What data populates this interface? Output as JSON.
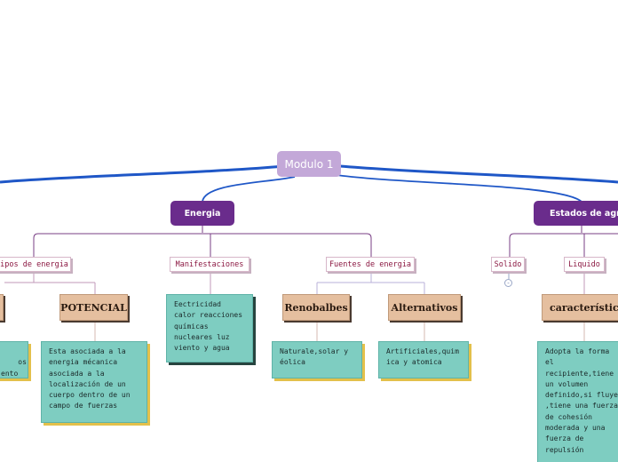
{
  "root": {
    "label": "Modulo 1"
  },
  "main": {
    "energia": "Energia",
    "estados": "Estados de agre"
  },
  "subtopics": {
    "tipos": "Tipos de energia",
    "manifestaciones": "Manifestaciones",
    "fuentes": "Fuentes de energia",
    "solido": "Solido",
    "liquido": "Liquido"
  },
  "cards": {
    "potencial": "POTENCIAL",
    "renovables": "Renobalbes",
    "alternativos": "Alternativos",
    "caracteristicas": "características"
  },
  "notes": {
    "left_partial": "os\nento",
    "potencial": "Esta asociada a la energia mécanica asociada a la localización de un cuerpo dentro de un campo de fuerzas",
    "manifestaciones": "Eectricidad calor reacciones químicas nucleares luz viento y agua",
    "renovables": "Naturale,solar y éolica",
    "alternativos": "Artificiales,quim ica y atomica",
    "caracteristicas": "Adopta la forma el recipiente,tiene un volumen definido,si fluye ,tiene una fuerza de cohesión moderada y una fuerza de repulsión"
  },
  "collapse_toggle": {
    "symbol": "-"
  },
  "colors": {
    "root": "#c3a8d8",
    "main": "#6a2c8c",
    "link_main": "#1f57c7",
    "tan": "#e5bf9f",
    "teal": "#7ecdc1",
    "accent_text": "#8b1842"
  }
}
